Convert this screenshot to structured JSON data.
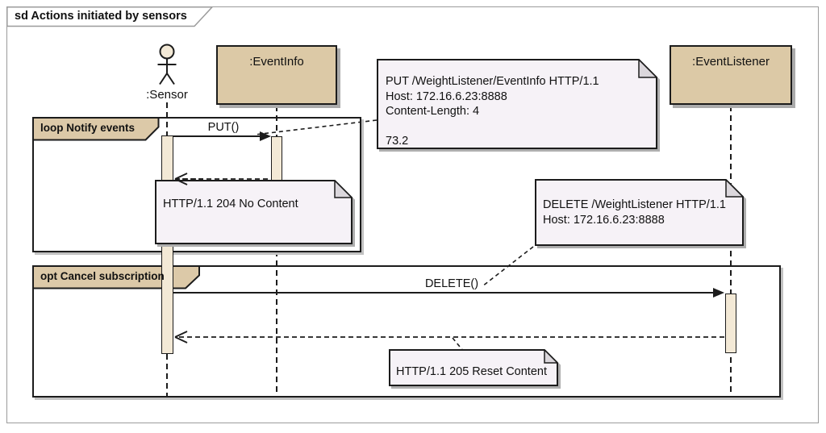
{
  "frame": {
    "title": "sd Actions initiated by sensors"
  },
  "diagram_type": "uml-sequence",
  "participants": {
    "sensor": {
      "label": ":Sensor",
      "kind": "actor"
    },
    "event_info": {
      "label": ":EventInfo",
      "kind": "object"
    },
    "event_listener": {
      "label": ":EventListener",
      "kind": "object"
    }
  },
  "fragments": {
    "loop": {
      "label": "loop Notify events"
    },
    "opt": {
      "label": "opt Cancel subscription"
    }
  },
  "messages": {
    "put": {
      "label": "PUT()",
      "from": ":Sensor",
      "to": ":EventInfo",
      "kind": "sync"
    },
    "put_reply": {
      "label": "",
      "from": ":EventInfo",
      "to": ":Sensor",
      "kind": "return"
    },
    "delete": {
      "label": "DELETE()",
      "from": ":Sensor",
      "to": ":EventListener",
      "kind": "sync"
    },
    "delete_reply": {
      "label": "",
      "from": ":EventListener",
      "to": ":Sensor",
      "kind": "return"
    }
  },
  "notes": {
    "put_request": {
      "lines": [
        "PUT /WeightListener/EventInfo HTTP/1.1",
        "Host: 172.16.6.23:8888",
        "Content-Length: 4",
        "",
        "73.2"
      ]
    },
    "put_response": {
      "lines": [
        "HTTP/1.1 204 No Content"
      ]
    },
    "delete_request": {
      "lines": [
        "DELETE /WeightListener HTTP/1.1",
        "Host: 172.16.6.23:8888"
      ]
    },
    "delete_response": {
      "lines": [
        "HTTP/1.1 205 Reset Content"
      ]
    }
  },
  "colors": {
    "participant_fill": "#dcc9a6",
    "activation_fill": "#f3e9d6",
    "note_fill": "#f6f2f7",
    "note_fold": "#dbd7dc",
    "fragment_label_fill": "#dcc9a8",
    "line": "#1c1c1c",
    "shadow": "#ababab",
    "frame_border": "#9b9b9b"
  }
}
